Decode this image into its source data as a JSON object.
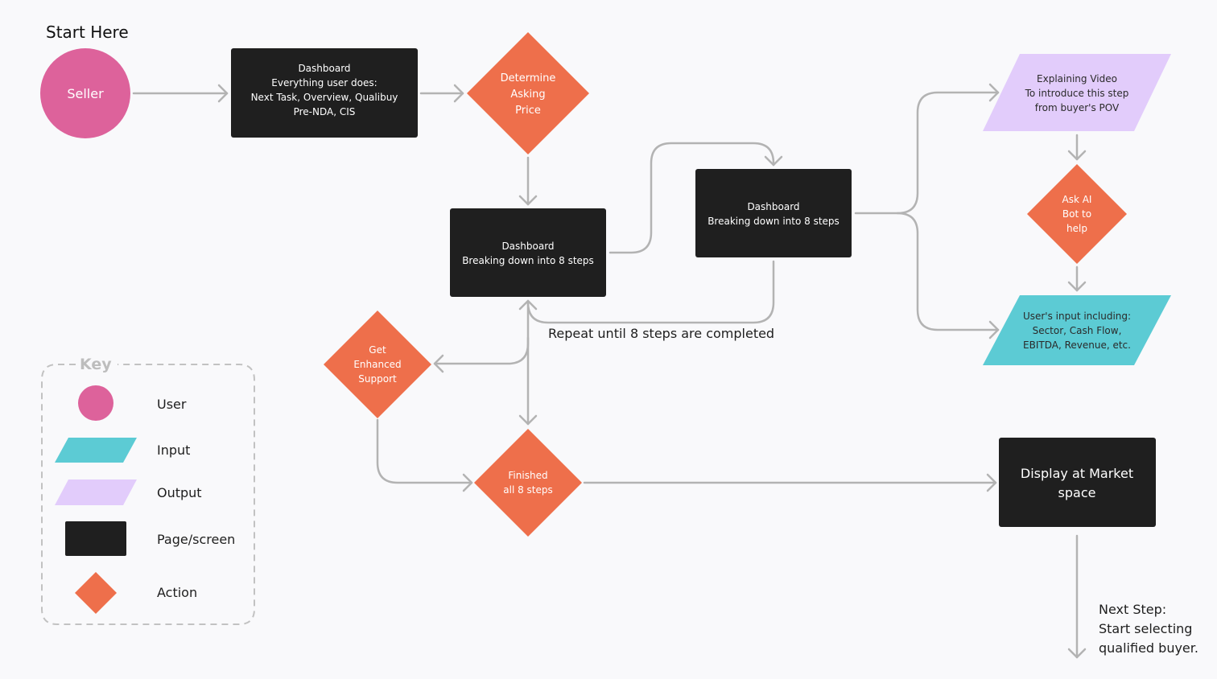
{
  "colors": {
    "user": "#dd629b",
    "screen": "#1f1f1f",
    "action": "#ee6f4b",
    "input": "#5ccbd4",
    "output": "#e2ccfb",
    "connector": "#b3b3b3",
    "background": "#f9f9fb"
  },
  "title": "Start Here",
  "nodes": {
    "seller": {
      "label": "Seller"
    },
    "dashboard_main": {
      "lines": [
        "Dashboard",
        "Everything user does:",
        "Next Task, Overview, Qualibuy",
        "Pre-NDA, CIS"
      ]
    },
    "determine_price": {
      "lines": [
        "Determine",
        "Asking",
        "Price"
      ]
    },
    "dashboard_steps_a": {
      "lines": [
        "Dashboard",
        "Breaking down into 8 steps"
      ]
    },
    "dashboard_steps_b": {
      "lines": [
        "Dashboard",
        "Breaking down into 8 steps"
      ]
    },
    "explaining_video": {
      "lines": [
        "Explaining Video",
        "To introduce this step",
        "from buyer's POV"
      ]
    },
    "ask_ai": {
      "lines": [
        "Ask AI",
        "Bot to",
        "help"
      ]
    },
    "user_input": {
      "lines": [
        "User's input including:",
        "Sector, Cash Flow,",
        "EBITDA, Revenue, etc."
      ]
    },
    "enhanced_support": {
      "lines": [
        "Get",
        "Enhanced",
        "Support"
      ]
    },
    "finished": {
      "lines": [
        "Finished",
        "all 8 steps"
      ]
    },
    "display_market": {
      "lines": [
        "Display at Market",
        "space"
      ]
    }
  },
  "annotations": {
    "repeat": "Repeat until 8 steps are completed",
    "next_step": [
      "Next Step:",
      "Start selecting",
      "qualified buyer."
    ]
  },
  "key": {
    "title": "Key",
    "items": [
      {
        "shape": "circle",
        "label": "User"
      },
      {
        "shape": "input",
        "label": "Input"
      },
      {
        "shape": "output",
        "label": "Output"
      },
      {
        "shape": "rect",
        "label": "Page/screen"
      },
      {
        "shape": "diamond",
        "label": "Action"
      }
    ]
  }
}
